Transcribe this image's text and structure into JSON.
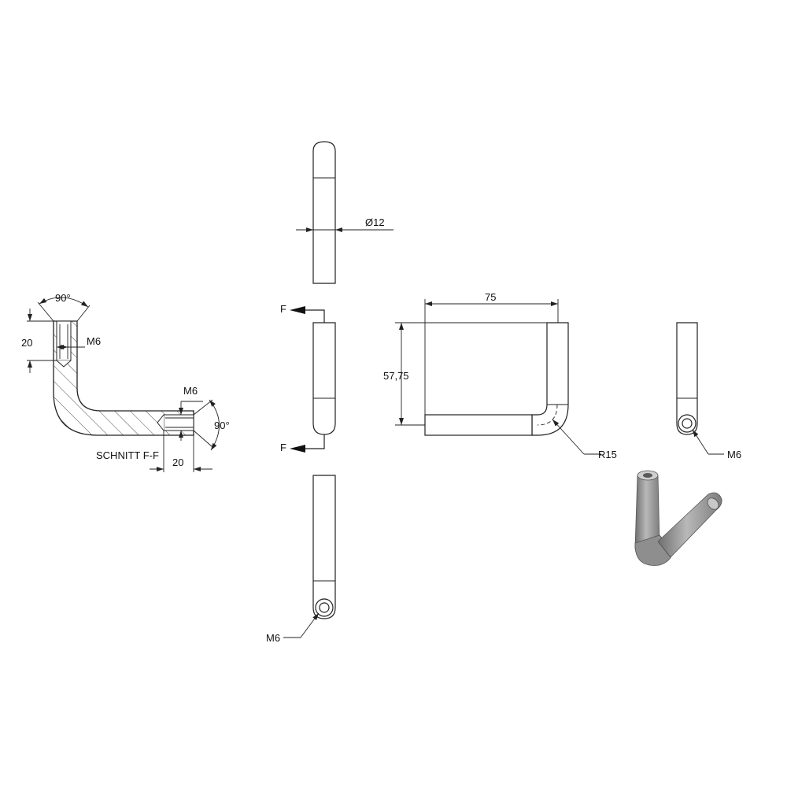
{
  "drawing": {
    "section": {
      "title": "SCHNITT F-F",
      "angle_top": "90°",
      "angle_right": "90°",
      "dim_depth_top": "20",
      "dim_depth_right": "20",
      "thread_top": "M6",
      "thread_right": "M6"
    },
    "front_view": {
      "diameter": "Ø12"
    },
    "side_view": {
      "section_mark_top": "F",
      "section_mark_bottom": "F"
    },
    "bottom_view": {
      "thread": "M6"
    },
    "main_view": {
      "width": "75",
      "height": "57,75",
      "radius": "R15"
    },
    "end_view": {
      "thread": "M6"
    },
    "iso_view": {
      "fill": "#9a9a9a",
      "shade": "#6f6f6f",
      "highlight": "#d2d2d2"
    }
  }
}
